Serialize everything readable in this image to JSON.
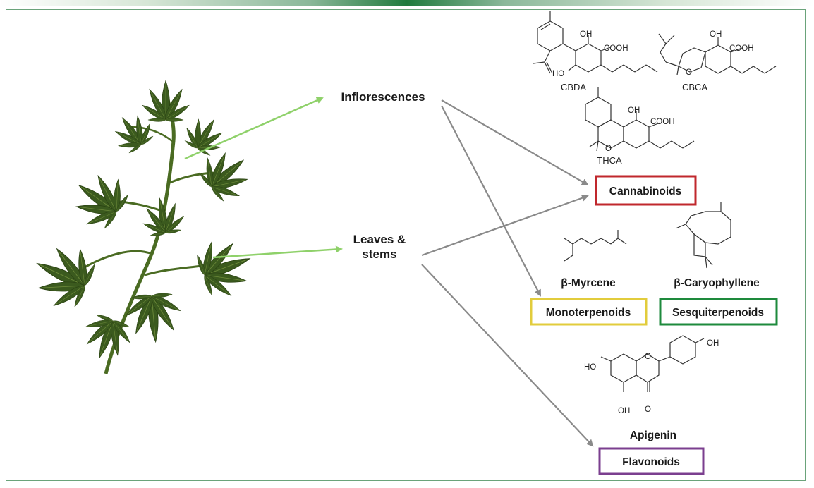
{
  "sources": {
    "inflorescences": "Inflorescences",
    "leaves_line1": "Leaves &",
    "leaves_line2": "stems"
  },
  "classes": {
    "cannabinoids": "Cannabinoids",
    "monoterpenoids": "Monoterpenoids",
    "sesquiterpenoids": "Sesquiterpenoids",
    "flavonoids": "Flavonoids"
  },
  "compounds": {
    "cbda": "CBDA",
    "cbca": "CBCA",
    "thca": "THCA",
    "myrcene": "β-Myrcene",
    "caryophyllene": "β-Caryophyllene",
    "apigenin": "Apigenin"
  },
  "atoms": {
    "oh": "OH",
    "ho": "HO",
    "cooh": "COOH",
    "o": "O"
  },
  "colors": {
    "cannabinoids": "#c0282d",
    "monoterpenoids": "#e2cc3c",
    "sesquiterpenoids": "#1e8a3c",
    "flavonoids": "#7b3f8f",
    "plant_arrow": "#8fd16a",
    "gray_arrow": "#8a8a8a",
    "leaf": "#3b5a1e"
  }
}
